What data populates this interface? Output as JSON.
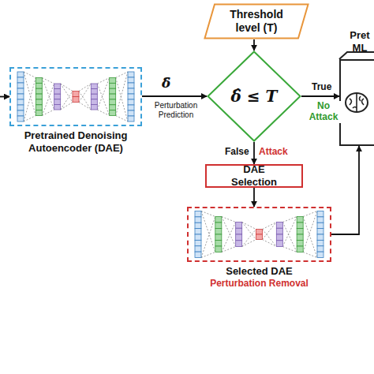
{
  "diagram": {
    "nodes": [
      {
        "text": [
          "Pretrained Denoising Autoencoder (DAE)"
        ]
      },
      {
        "text": [
          "Threshold level (T)"
        ]
      },
      {
        "text": [
          "δ̂ ≤ T"
        ]
      },
      {
        "text": [
          "Pret ML"
        ]
      },
      {
        "text": [
          "DAE Selection"
        ]
      },
      {
        "text": [
          "Selected DAE",
          "Perturbation Removal"
        ]
      }
    ],
    "edges": [
      {
        "from": 0,
        "to": 2,
        "label": "δ̂",
        "arrow": "to"
      },
      {
        "from": 1,
        "to": 2,
        "arrow": "to"
      },
      {
        "from": 2,
        "to": 3,
        "label": "True",
        "arrow": "to"
      },
      {
        "from": 2,
        "to": 4,
        "label": "False",
        "arrow": "to"
      },
      {
        "from": 4,
        "to": 5,
        "arrow": "to"
      },
      {
        "from": 5,
        "to": 3,
        "arrow": "to"
      }
    ],
    "labels": [
      "Perturbation Prediction",
      "No Attack",
      "Attack"
    ]
  }
}
